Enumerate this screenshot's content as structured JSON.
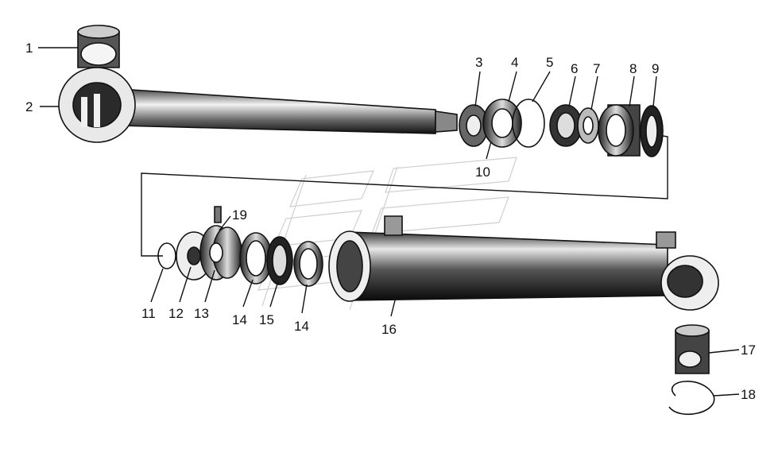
{
  "labels": {
    "l1": "1",
    "l2": "2",
    "l3": "3",
    "l4": "4",
    "l5": "5",
    "l6": "6",
    "l7": "7",
    "l8": "8",
    "l9": "9",
    "l10": "10",
    "l11": "11",
    "l12": "12",
    "l13": "13",
    "l14a": "14",
    "l15": "15",
    "l14b": "14",
    "l16": "16",
    "l17": "17",
    "l18": "18",
    "l19": "19"
  },
  "colors": {
    "ink": "#111111",
    "shade": "#2a2a2a",
    "watermark": "#cfcfcf"
  }
}
